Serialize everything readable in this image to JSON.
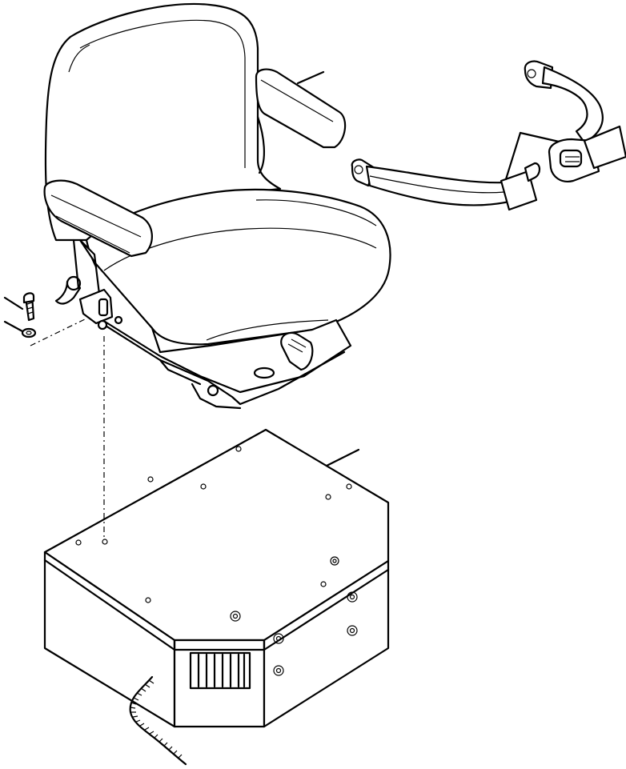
{
  "diagram": {
    "kind": "exploded parts illustration",
    "parts": [
      {
        "id": "seat",
        "icon": "operator-seat"
      },
      {
        "id": "armrest-left",
        "icon": "armrest"
      },
      {
        "id": "armrest-right",
        "icon": "armrest"
      },
      {
        "id": "seat-belt",
        "icon": "seat-belt-with-buckle"
      },
      {
        "id": "mounting-bolt",
        "icon": "bolt-and-washer"
      },
      {
        "id": "seat-base-box",
        "icon": "seat-pedestal-box"
      },
      {
        "id": "wire-harness",
        "icon": "coiled-cable"
      },
      {
        "id": "vent-grille",
        "icon": "vent-grille"
      }
    ],
    "line_color": "#000000",
    "background": "#ffffff"
  }
}
